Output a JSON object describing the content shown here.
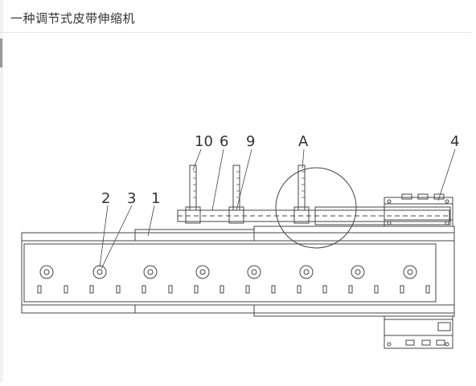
{
  "page": {
    "title": "一种调节式皮带伸缩机"
  },
  "drawing": {
    "callouts": [
      "10",
      "6",
      "9",
      "A",
      "4",
      "2",
      "3",
      "1"
    ]
  },
  "colors": {
    "line": "#444444",
    "text": "#333333",
    "divider": "#e5e5e5"
  }
}
